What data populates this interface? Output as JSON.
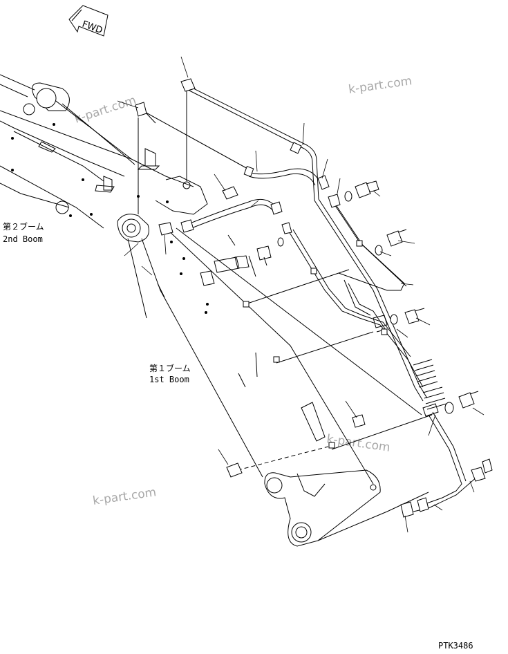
{
  "direction_marker": {
    "label": "FWD",
    "icon": "forward-arrow-icon"
  },
  "labels": {
    "second_boom_jp": "第２ブーム",
    "second_boom_en": "2nd Boom",
    "first_boom_jp": "第１ブーム",
    "first_boom_en": "1st Boom"
  },
  "watermarks": [
    "k-part.com",
    "k-part.com",
    "k-part.com",
    "k-part.com"
  ],
  "figure_code": "PTK3486"
}
